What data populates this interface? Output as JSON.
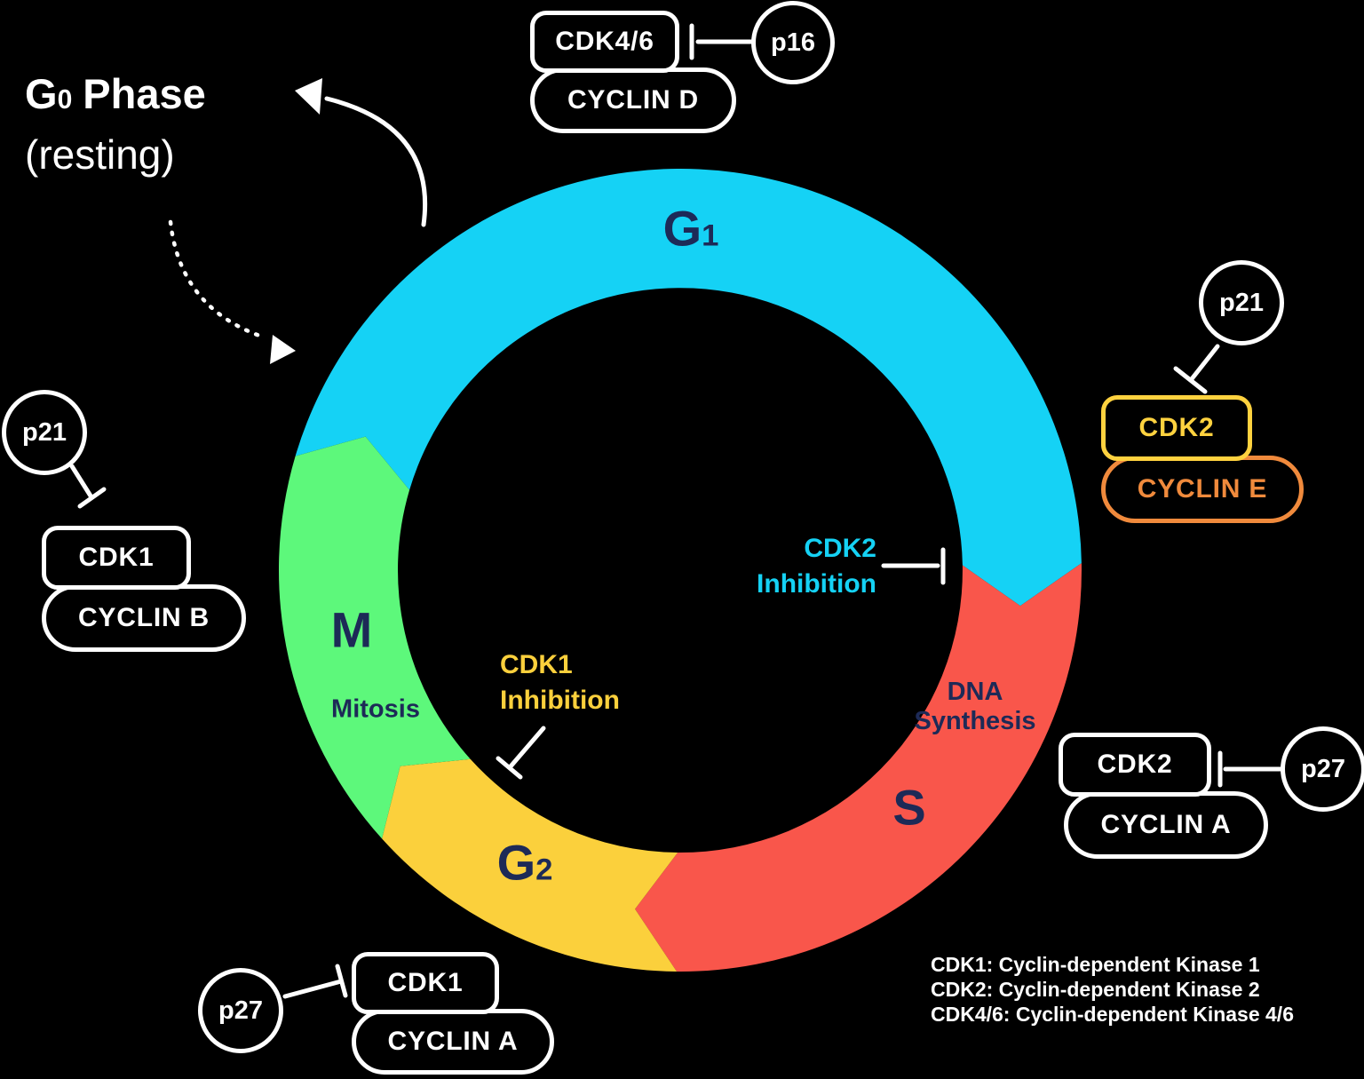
{
  "colors": {
    "background": "#000000",
    "phase_g1": "#15D2F5",
    "phase_s": "#F9564B",
    "phase_g2": "#FBD03C",
    "phase_m": "#5DF87B",
    "label_navy": "#1D2A57",
    "white": "#FFFFFF",
    "cdk2_box_yellow": "#FFD23F",
    "cyclin_e_orange": "#F08A3C",
    "cdk2_inhibition_cyan": "#15D2F5",
    "cdk1_inhibition_yellow": "#FBD03C"
  },
  "g0": {
    "letter": "G",
    "sub": "0",
    "word": "Phase",
    "subtitle": "(resting)"
  },
  "phases": {
    "g1": {
      "letter": "G",
      "sub": "1"
    },
    "s": {
      "letter": "S",
      "desc_line1": "DNA",
      "desc_line2": "Synthesis"
    },
    "g2": {
      "letter": "G",
      "sub": "2"
    },
    "m": {
      "letter": "M",
      "desc": "Mitosis"
    }
  },
  "annotations": {
    "cdk2_inhibition": {
      "line1": "CDK2",
      "line2": "Inhibition"
    },
    "cdk1_inhibition": {
      "line1": "CDK1",
      "line2": "Inhibition"
    }
  },
  "complexes": {
    "top": {
      "cdk": "CDK4/6",
      "cyclin": "CYCLIN D",
      "inhibitor": "p16"
    },
    "right": {
      "cdk": "CDK2",
      "cyclin": "CYCLIN E",
      "inhibitor": "p21"
    },
    "right_lower": {
      "cdk": "CDK2",
      "cyclin": "CYCLIN A",
      "inhibitor": "p27"
    },
    "bottom": {
      "cdk": "CDK1",
      "cyclin": "CYCLIN A",
      "inhibitor": "p27"
    },
    "left": {
      "cdk": "CDK1",
      "cyclin": "CYCLIN B",
      "inhibitor": "p21"
    }
  },
  "legend": [
    "CDK1: Cyclin-dependent Kinase 1",
    "CDK2: Cyclin-dependent Kinase 2",
    "CDK4/6: Cyclin-dependent Kinase 4/6"
  ]
}
